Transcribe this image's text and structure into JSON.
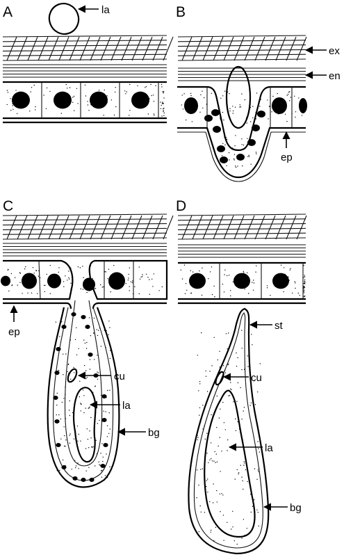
{
  "panels": {
    "A": {
      "letter": "A",
      "labels": {
        "la": "la"
      }
    },
    "B": {
      "letter": "B",
      "labels": {
        "ex": "ex",
        "en": "en",
        "ep": "ep"
      }
    },
    "C": {
      "letter": "C",
      "labels": {
        "ep": "ep",
        "cu": "cu",
        "la": "la",
        "bg": "bg"
      }
    },
    "D": {
      "letter": "D",
      "labels": {
        "st": "st",
        "cu": "cu",
        "la": "la",
        "bg": "bg"
      }
    }
  },
  "colors": {
    "ink": "#000000",
    "nucleus": "#000000",
    "background": "#ffffff"
  }
}
